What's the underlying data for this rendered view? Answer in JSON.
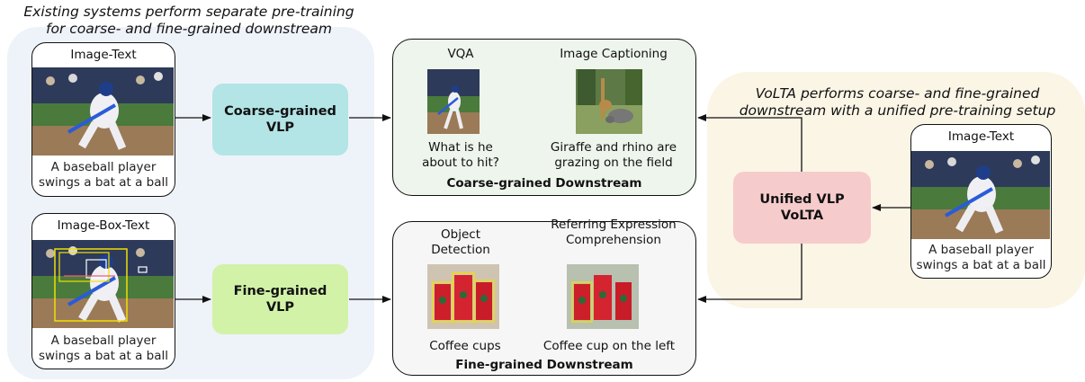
{
  "left_caption": [
    "Existing systems perform separate pre-training",
    "for coarse- and fine-grained downstream"
  ],
  "right_caption": [
    "VoLTA performs coarse- and fine-grained",
    "downstream with a unified pre-training setup"
  ],
  "image_text_card": {
    "title": "Image-Text",
    "text": [
      "A baseball player",
      "swings a bat at a ball"
    ]
  },
  "image_box_text_card": {
    "title": "Image-Box-Text",
    "text": [
      "A baseball player",
      "swings a bat at a ball"
    ]
  },
  "right_image_text_card": {
    "title": "Image-Text",
    "text": [
      "A baseball player",
      "swings a bat at a ball"
    ]
  },
  "coarse_vlp": {
    "lines": [
      "Coarse-grained",
      "VLP"
    ],
    "color": "#b3e4e6"
  },
  "fine_vlp": {
    "lines": [
      "Fine-grained",
      "VLP"
    ],
    "color": "#d2f2a8"
  },
  "unified_vlp": {
    "lines": [
      "Unified VLP",
      "VoLTA"
    ],
    "color": "#f6cbcb"
  },
  "coarse_downstream": {
    "title": "Coarse-grained Downstream",
    "vqa": {
      "label": "VQA",
      "text": [
        "What is he",
        "about to hit?"
      ]
    },
    "captioning": {
      "label": "Image Captioning",
      "text": [
        "Giraffe and rhino are",
        "grazing on the field"
      ]
    }
  },
  "fine_downstream": {
    "title": "Fine-grained Downstream",
    "detection": {
      "label": [
        "Object",
        "Detection"
      ],
      "text": "Coffee cups"
    },
    "referring": {
      "label": [
        "Referring Expression",
        "Comprehension"
      ],
      "text": "Coffee cup on the left"
    }
  }
}
